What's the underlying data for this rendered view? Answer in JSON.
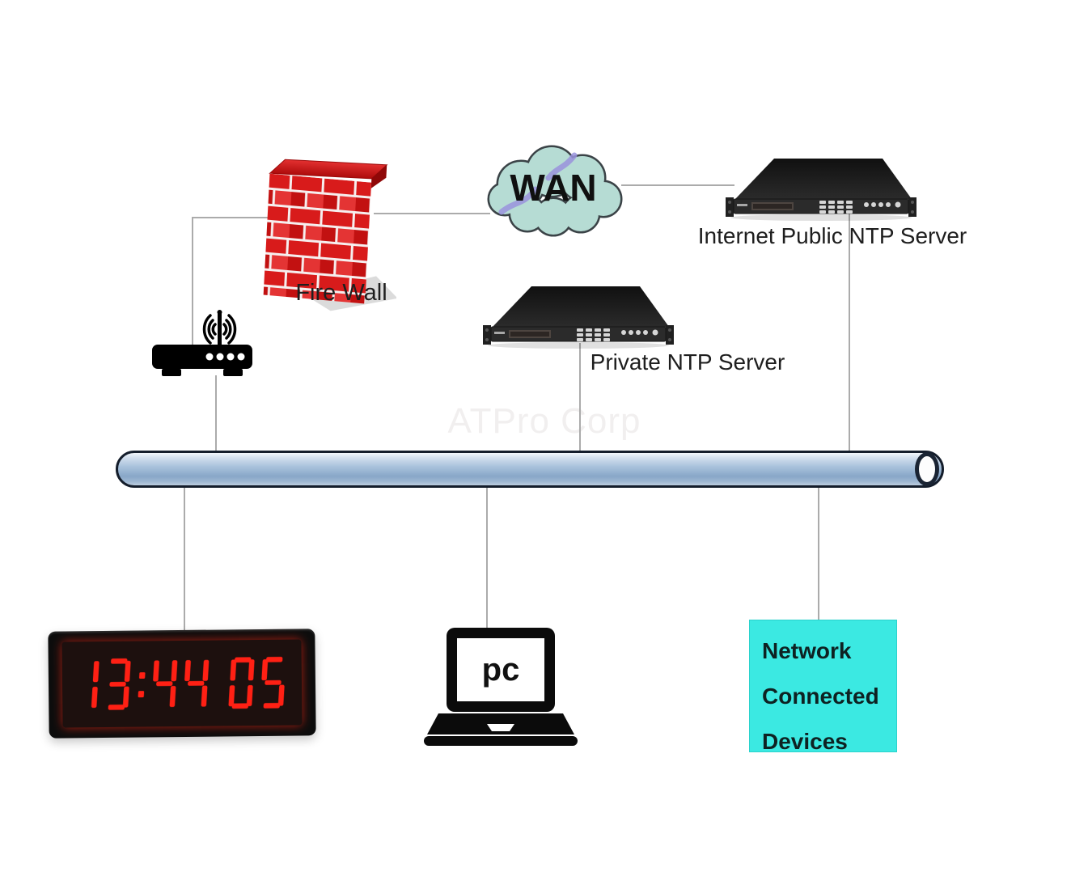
{
  "watermark": {
    "text": "ATPro Corp",
    "color": "#f1efef"
  },
  "connector_color": "#ababab",
  "pipe": {
    "outline": "#141d2b",
    "body_color": "#a9c2dc",
    "opening_color": "#fdfdfd"
  },
  "nodes": {
    "firewall": {
      "label": "Fire Wall",
      "brick_color": "#d81b1b",
      "mortar_color": "#f6eeee"
    },
    "wan": {
      "label": "WAN",
      "fill": "#b6dcd4",
      "outline": "#3b4347",
      "squiggle_color": "#9a93dd"
    },
    "public_ntp": {
      "label": "Internet Public NTP Server"
    },
    "private_ntp": {
      "label": "Private NTP Server"
    },
    "clock": {
      "time": "13:44 05",
      "digit_color": "#ff2014",
      "display_bg": "#1d100e",
      "frame_color": "#0c0c0c"
    },
    "pc": {
      "label": "pc"
    },
    "devices_box": {
      "lines": [
        "Network",
        "Connected",
        "Devices"
      ],
      "fill": "#3be9e2",
      "text_color": "#0e2222"
    }
  }
}
